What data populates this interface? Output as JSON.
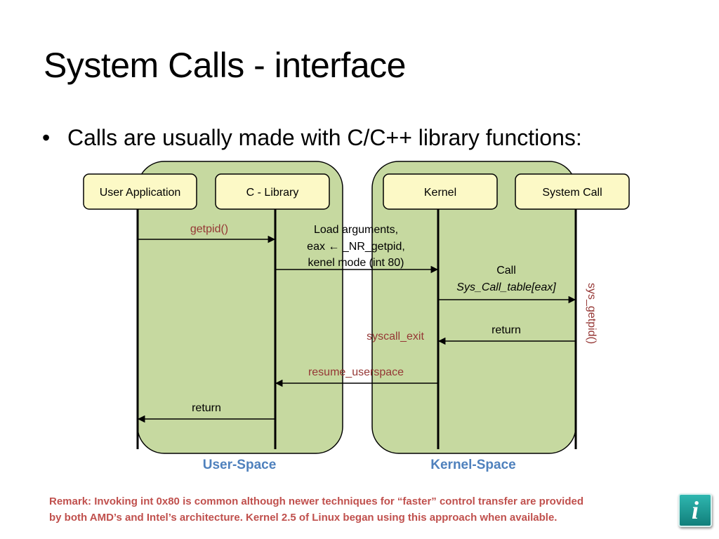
{
  "title": "System Calls - interface",
  "bullet": {
    "symbol": "•",
    "text": "Calls are usually made with C/C++ library functions:"
  },
  "diagram": {
    "colors": {
      "region_fill": "#c6d9a0",
      "box_fill": "#fcf9c6",
      "red_label": "#953735",
      "blue_label": "#4f81bd"
    },
    "regions": {
      "user": "User-Space",
      "kernel": "Kernel-Space"
    },
    "actors": {
      "user_app": "User Application",
      "c_library": "C - Library",
      "kernel": "Kernel",
      "system_call": "System Call"
    },
    "messages": {
      "getpid": "getpid()",
      "load_args_1": "Load arguments,",
      "load_args_2": "eax ← _NR_getpid,",
      "load_args_3": "kenel mode (int 80)",
      "call_1": "Call",
      "call_2": "Sys_Call_table[eax]",
      "sys_getpid": "sys_getpid()",
      "return_kernel": "return",
      "syscall_exit": "syscall_exit",
      "resume_userspace": "resume_userspace",
      "return_user": "return"
    }
  },
  "remark": {
    "line1": "Remark: Invoking int 0x80 is common although newer techniques for “faster” control transfer are provided",
    "line2": "by both AMD’s and Intel’s architecture. Kernel 2.5 of Linux began using this approach when available."
  },
  "info_icon": {
    "glyph": "i",
    "name": "info-icon"
  }
}
